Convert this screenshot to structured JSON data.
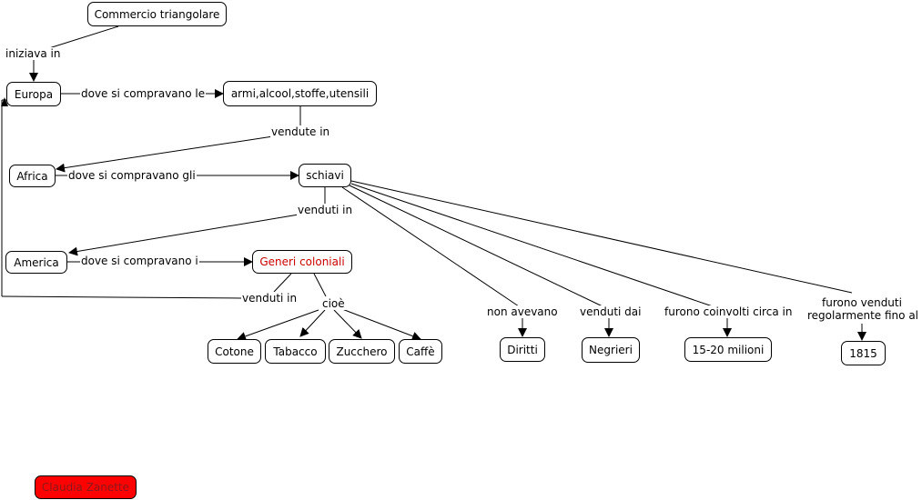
{
  "concepts": {
    "commercio": "Commercio triangolare",
    "europa": "Europa",
    "merci": "armi,alcool,stoffe,utensili",
    "africa": "Africa",
    "schiavi": "schiavi",
    "america": "America",
    "generi": "Generi coloniali",
    "cotone": "Cotone",
    "tabacco": "Tabacco",
    "zucchero": "Zucchero",
    "caffe": "Caffè",
    "diritti": "Diritti",
    "negrieri": "Negrieri",
    "milioni": "15-20 milioni",
    "anno": "1815",
    "autore": "Claudia Zanette"
  },
  "links": {
    "iniziava_in": "iniziava in",
    "dove_le": "dove si compravano le",
    "vendute_in": "vendute in",
    "dove_gli": "dove si compravano gli",
    "venduti_in_1": "venduti in",
    "dove_i": "dove si compravano i",
    "venduti_in_2": "venduti in",
    "cioe": "cioè",
    "non_avevano": "non avevano",
    "venduti_dai": "venduti dai",
    "coinvolti": "furono coinvolti circa in",
    "venduti_fino_1": "furono venduti",
    "venduti_fino_2": "regolarmente fino al"
  },
  "colors": {
    "red_text": "#cc0000",
    "red_fill": "#ff0000",
    "line": "#000000"
  }
}
